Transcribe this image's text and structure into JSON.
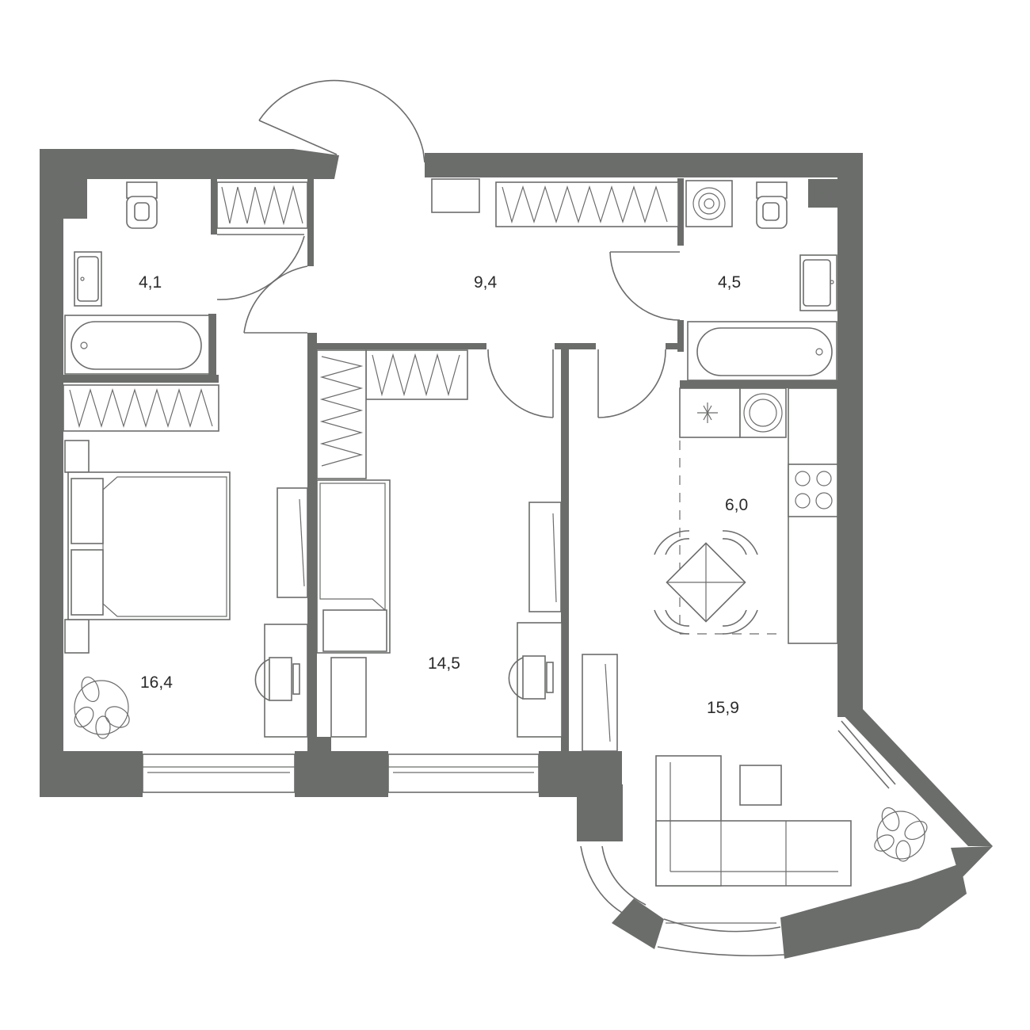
{
  "plan": {
    "rooms": [
      {
        "id": "bathroom-left",
        "area": "4,1"
      },
      {
        "id": "hallway",
        "area": "9,4"
      },
      {
        "id": "bathroom-right",
        "area": "4,5"
      },
      {
        "id": "kitchen",
        "area": "6,0"
      },
      {
        "id": "bedroom-left",
        "area": "16,4"
      },
      {
        "id": "bedroom-middle",
        "area": "14,5"
      },
      {
        "id": "living-room",
        "area": "15,9"
      }
    ],
    "colors": {
      "wall": "#6b6d6b",
      "text": "#2b2b2b",
      "background": "#ffffff"
    }
  }
}
